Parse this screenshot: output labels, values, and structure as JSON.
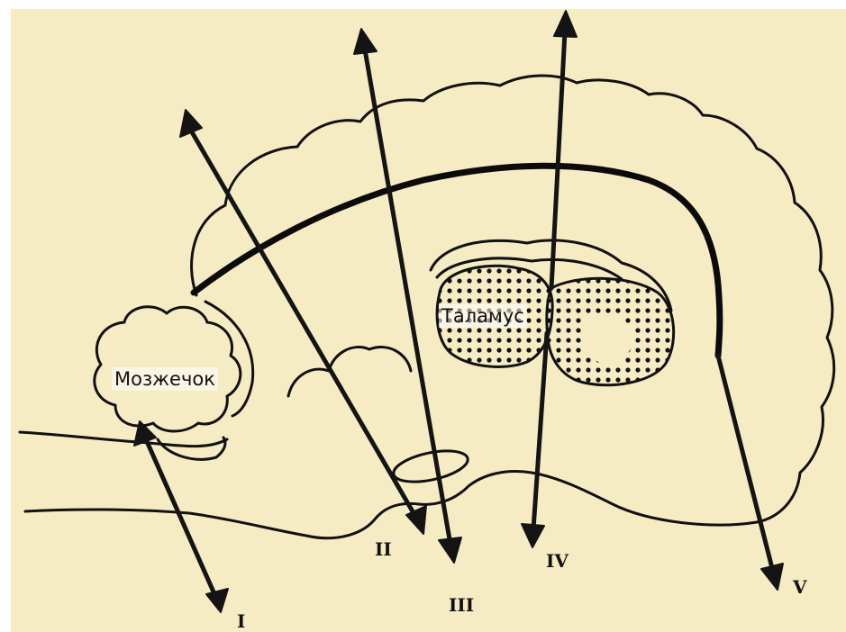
{
  "labels": {
    "cerebellum": "Мозжечок",
    "thalamus": "Таламус"
  },
  "arrows": [
    "I",
    "II",
    "III",
    "IV",
    "V"
  ],
  "colors": {
    "background": "#f6ecc4",
    "ink": "#111111"
  }
}
